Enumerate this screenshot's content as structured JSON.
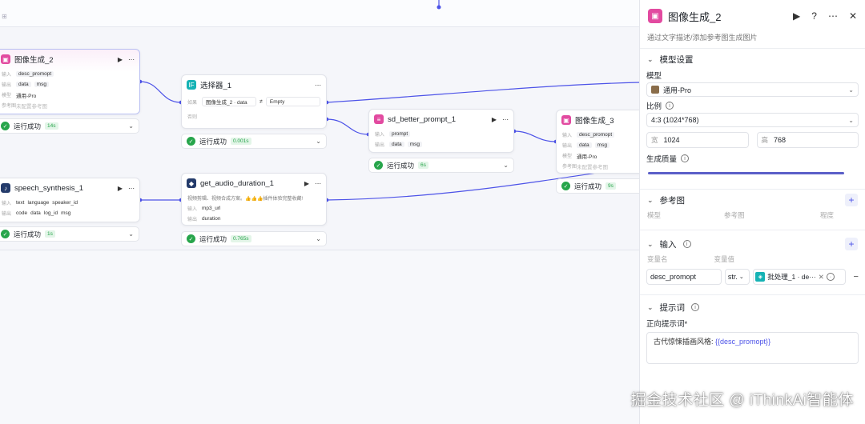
{
  "canvas": {
    "top_strip_label": "⊞",
    "nodes": {
      "image_gen_2": {
        "title": "图像生成_2",
        "rows": [
          {
            "k": "输入",
            "chips": [
              "desc_promopt"
            ]
          },
          {
            "k": "输出",
            "chips": [
              "data",
              "msg"
            ]
          },
          {
            "k": "模型",
            "chips": [
              "通用-Pro"
            ]
          },
          {
            "k": "参考图",
            "chips": [
              "未配置参考图"
            ]
          }
        ],
        "status": "运行成功",
        "time": "14s"
      },
      "selector_1": {
        "title": "选择器_1",
        "if_label": "如果",
        "cond_left": "图像生成_2 · data",
        "cond_op": "≠",
        "cond_right": "Empty",
        "else_label": "否则",
        "status": "运行成功",
        "time": "0.001s"
      },
      "sd_prompt": {
        "title": "sd_better_prompt_1",
        "rows": [
          {
            "k": "输入",
            "chips": [
              "prompt"
            ]
          },
          {
            "k": "输出",
            "chips": [
              "data",
              "msg"
            ]
          }
        ],
        "status": "运行成功",
        "time": "6s"
      },
      "image_gen_3": {
        "title": "图像生成_3",
        "rows": [
          {
            "k": "输入",
            "chips": [
              "desc_promopt"
            ]
          },
          {
            "k": "输出",
            "chips": [
              "data",
              "msg"
            ]
          },
          {
            "k": "模型",
            "chips": [
              "通用-Pro"
            ]
          },
          {
            "k": "参考图",
            "chips": [
              "未配置参考图"
            ]
          }
        ],
        "status": "运行成功",
        "time": "9s"
      },
      "speech": {
        "title": "speech_synthesis_1",
        "rows": [
          {
            "k": "输入",
            "chips": [
              "text",
              "language",
              "speaker_id"
            ]
          },
          {
            "k": "输出",
            "chips": [
              "code",
              "data",
              "log_id",
              "msg"
            ]
          }
        ],
        "status": "运行成功",
        "time": "1s"
      },
      "audio": {
        "title": "get_audio_duration_1",
        "desc": "视频剪辑、视频合成方案。👍👍👍插件体验完整收藏!",
        "rows": [
          {
            "k": "输入",
            "chips": [
              "mp3_url"
            ]
          },
          {
            "k": "输出",
            "chips": [
              "duration"
            ]
          }
        ],
        "status": "运行成功",
        "time": "0.765s"
      }
    }
  },
  "panel": {
    "title": "图像生成_2",
    "subtitle": "通过文字描述/添加参考图生成图片",
    "actions": {
      "run": "▶",
      "help": "?",
      "more": "⋯",
      "close": "✕"
    },
    "model_settings": {
      "title": "模型设置",
      "model_label": "模型",
      "model_value": "通用-Pro",
      "ratio_label": "比例",
      "ratio_value": "4:3 (1024*768)",
      "width_prefix": "宽",
      "width_value": "1024",
      "height_prefix": "高",
      "height_value": "768",
      "quality_label": "生成质量"
    },
    "reference": {
      "title": "参考图",
      "cols": [
        "模型",
        "参考图",
        "程度"
      ]
    },
    "input": {
      "title": "输入",
      "col_name": "变量名",
      "col_value": "变量值",
      "var_name": "desc_promopt",
      "var_type": "str.",
      "var_ref": "批处理_1 · de···"
    },
    "prompt": {
      "title": "提示词",
      "positive_label": "正向提示词*",
      "prompt_prefix": "古代惊悚插画风格: ",
      "prompt_tpl": "{{desc_promopt}}"
    }
  },
  "watermark": "掘金技术社区 @ iThinkAi智能体",
  "colors": {
    "accent": "#4d53e8",
    "success": "#27a54b",
    "image_icon": "#e24aa0"
  }
}
